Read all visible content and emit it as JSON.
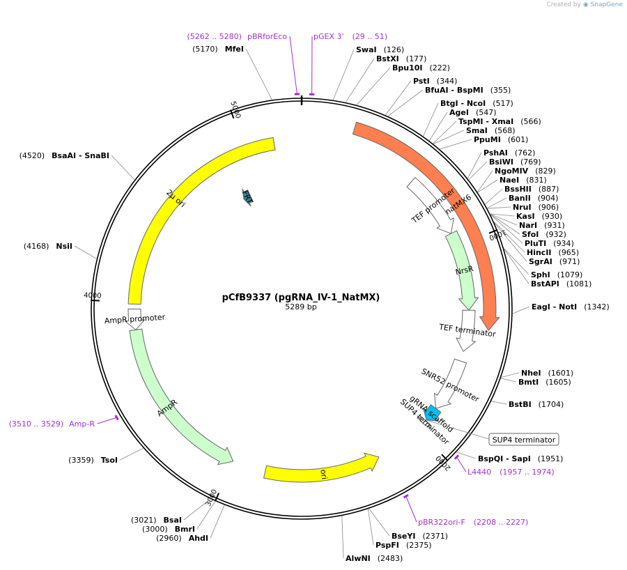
{
  "app": {
    "credit_prefix": "Created by",
    "credit_brand": "SnapGene"
  },
  "plasmid": {
    "name": "pCfB9337 (pgRNA_IV-1_NatMX)",
    "size_label": "5289 bp",
    "length": 5289
  },
  "colors": {
    "yellow": "#ffff00",
    "orange": "#ff7f50",
    "light_green": "#ccffcc",
    "cyan": "#00c0f0",
    "teal": "#3a8090",
    "white": "#ffffff",
    "primer": "#a130d0"
  },
  "ticks": [
    {
      "pos": 1000,
      "label": "1000"
    },
    {
      "pos": 2000,
      "label": "2000"
    },
    {
      "pos": 3000,
      "label": "3000"
    },
    {
      "pos": 4000,
      "label": "4000"
    },
    {
      "pos": 5000,
      "label": "5000"
    }
  ],
  "features": [
    {
      "name": "natMX6",
      "start": 240,
      "end": 1420,
      "color": "#ff7f50",
      "track": 0,
      "dir": 1,
      "label": "natMX6"
    },
    {
      "name": "TEF promoter",
      "start": 600,
      "end": 930,
      "color": "#ffffff",
      "track": 1,
      "dir": 1,
      "label": "TEF promoter"
    },
    {
      "name": "NrsR",
      "start": 930,
      "end": 1330,
      "color": "#ccffcc",
      "track": 1,
      "dir": 1,
      "label": "NrsR"
    },
    {
      "name": "TEF terminator",
      "start": 1330,
      "end": 1540,
      "color": "#ffffff",
      "track": 1,
      "dir": 1,
      "label": "TEF terminator"
    },
    {
      "name": "SNR52 promoter",
      "start": 1590,
      "end": 1860,
      "color": "#ffffff",
      "track": 1,
      "dir": 1,
      "label": "SNR52 promoter"
    },
    {
      "name": "gRNA scaffold",
      "start": 1860,
      "end": 1935,
      "color": "#00c0f0",
      "track": 1,
      "dir": 1,
      "label": "gRNA scaffold"
    },
    {
      "name": "SUP4 terminator",
      "start": 1940,
      "end": 1960,
      "color": "#ffffff",
      "track": 1,
      "dir": 1,
      "label": "SUP4 terminator"
    },
    {
      "name": "ori",
      "start": 2240,
      "end": 2830,
      "color": "#ffff00",
      "track": 1,
      "dir": -1,
      "label": "ori"
    },
    {
      "name": "AmpR",
      "start": 3000,
      "end": 3860,
      "color": "#ccffcc",
      "track": 1,
      "dir": -1,
      "label": "AmpR"
    },
    {
      "name": "AmpR promoter",
      "start": 3860,
      "end": 3965,
      "color": "#ffffff",
      "track": 1,
      "dir": -1,
      "label": "AmpR promoter"
    },
    {
      "name": "2μ ori",
      "start": 3990,
      "end": 5150,
      "color": "#ffff00",
      "track": 1,
      "dir": 0,
      "label": "2μ ori"
    },
    {
      "name": "FRT",
      "start": 4880,
      "end": 4930,
      "color": "#3a8090",
      "track": 2,
      "dir": -1,
      "label": "FRT"
    }
  ],
  "sites": [
    {
      "name": "MfeI",
      "pos": "5170",
      "side": "L"
    },
    {
      "name": "SwaI",
      "pos": "126",
      "side": "R"
    },
    {
      "name": "BstXI",
      "pos": "177",
      "side": "R"
    },
    {
      "name": "Bpu10I",
      "pos": "222",
      "side": "R"
    },
    {
      "name": "PstI",
      "pos": "344",
      "side": "R"
    },
    {
      "name": "BfuAI  -  BspMI",
      "pos": "355",
      "side": "R"
    },
    {
      "name": "BtgI  -  NcoI",
      "pos": "517",
      "side": "R"
    },
    {
      "name": "AgeI",
      "pos": "547",
      "side": "R"
    },
    {
      "name": "TspMI  -  XmaI",
      "pos": "566",
      "side": "R"
    },
    {
      "name": "SmaI",
      "pos": "568",
      "side": "R"
    },
    {
      "name": "PpuMI",
      "pos": "601",
      "side": "R"
    },
    {
      "name": "PshAI",
      "pos": "762",
      "side": "R"
    },
    {
      "name": "BsiWI",
      "pos": "769",
      "side": "R"
    },
    {
      "name": "NgoMIV",
      "pos": "829",
      "side": "R"
    },
    {
      "name": "NaeI",
      "pos": "831",
      "side": "R"
    },
    {
      "name": "BssHII",
      "pos": "887",
      "side": "R"
    },
    {
      "name": "BanII",
      "pos": "904",
      "side": "R"
    },
    {
      "name": "NruI",
      "pos": "906",
      "side": "R"
    },
    {
      "name": "KasI",
      "pos": "930",
      "side": "R"
    },
    {
      "name": "NarI",
      "pos": "931",
      "side": "R"
    },
    {
      "name": "SfoI",
      "pos": "932",
      "side": "R"
    },
    {
      "name": "PluTI",
      "pos": "934",
      "side": "R"
    },
    {
      "name": "HincII",
      "pos": "965",
      "side": "R"
    },
    {
      "name": "SgrAI",
      "pos": "971",
      "side": "R"
    },
    {
      "name": "SphI",
      "pos": "1079",
      "side": "R"
    },
    {
      "name": "BstAPI",
      "pos": "1081",
      "side": "R"
    },
    {
      "name": "EagI  -  NotI",
      "pos": "1342",
      "side": "R"
    },
    {
      "name": "NheI",
      "pos": "1601",
      "side": "R"
    },
    {
      "name": "BmtI",
      "pos": "1605",
      "side": "R"
    },
    {
      "name": "BstBI",
      "pos": "1704",
      "side": "R"
    },
    {
      "name": "BspQI  -  SapI",
      "pos": "1951",
      "side": "R"
    },
    {
      "name": "BseYI",
      "pos": "2371",
      "side": "R"
    },
    {
      "name": "PspFI",
      "pos": "2375",
      "side": "R"
    },
    {
      "name": "AlwNI",
      "pos": "2483",
      "side": "R"
    },
    {
      "name": "AhdI",
      "pos": "2960",
      "side": "L"
    },
    {
      "name": "BmrI",
      "pos": "3000",
      "side": "L"
    },
    {
      "name": "BsaI",
      "pos": "3021",
      "side": "L"
    },
    {
      "name": "TsoI",
      "pos": "3359",
      "side": "L"
    },
    {
      "name": "NsiI",
      "pos": "4168",
      "side": "L"
    },
    {
      "name": "BsaAI  -  SnaBI",
      "pos": "4520",
      "side": "L"
    }
  ],
  "primers": [
    {
      "name": "pBRforEco",
      "range": "(5262 .. 5280)"
    },
    {
      "name": "pGEX 3'",
      "range": "(29 .. 51)"
    },
    {
      "name": "L4440",
      "range": "(1957 .. 1974)"
    },
    {
      "name": "pBR322ori-F",
      "range": "(2208 .. 2227)"
    },
    {
      "name": "Amp-R",
      "range": "(3510 .. 3529)"
    }
  ]
}
